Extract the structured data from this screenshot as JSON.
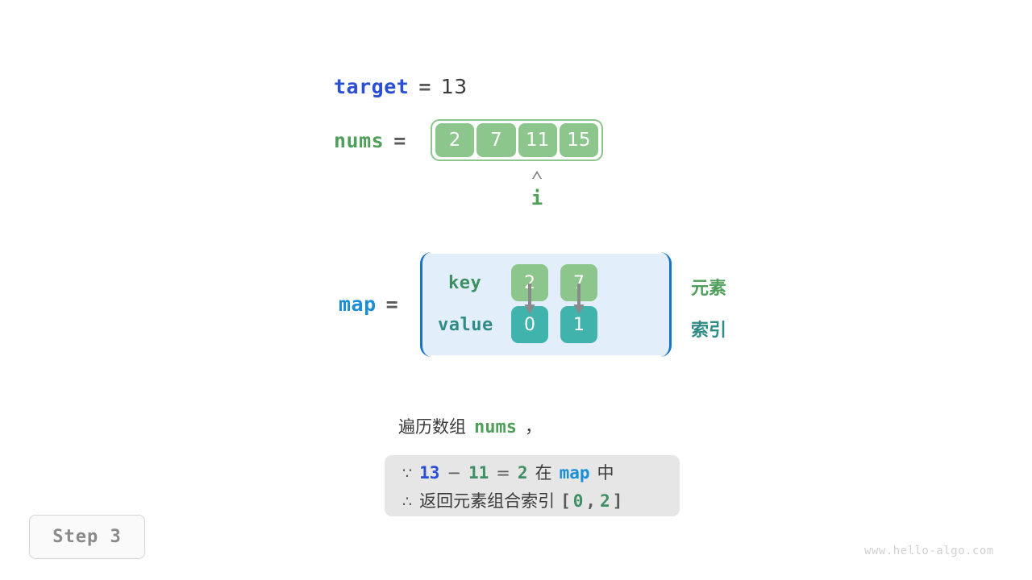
{
  "diagram": {
    "target": {
      "name": "target",
      "equals": "=",
      "value": "13"
    },
    "nums": {
      "name": "nums",
      "equals": "=",
      "cells": [
        "2",
        "7",
        "11",
        "15"
      ],
      "pointer": {
        "caret": "⌃",
        "label": "i",
        "index": 2
      }
    },
    "map": {
      "name": "map",
      "equals": "=",
      "key_label": "key",
      "value_label": "value",
      "keys": [
        "2",
        "7"
      ],
      "values": [
        "0",
        "1"
      ],
      "side_labels": {
        "element": "元素",
        "index": "索引"
      }
    },
    "description": {
      "prefix": "遍历数组",
      "code": "nums",
      "suffix": "，"
    },
    "explanation": {
      "line1": {
        "symbol": "∵",
        "a": "13",
        "minus": "−",
        "b": "11",
        "equals": "=",
        "result": "2",
        "mid": "在",
        "map": "map",
        "tail": "中"
      },
      "line2": {
        "symbol": "∴",
        "text": "返回元素组合索引",
        "bracket_open": "[",
        "i0": "0",
        "comma": ",",
        "i1": "2",
        "bracket_close": "]"
      }
    },
    "step_badge": "Step 3",
    "watermark": "www.hello-algo.com"
  },
  "colors": {
    "var_blue": "#2b4fd4",
    "var_blue_light": "#1a8fd8",
    "green": "#4f9e5b",
    "cell_green": "#8cc68c",
    "cell_teal": "#41b3ad",
    "map_bg": "#e2effa",
    "map_border": "#1874c8",
    "explain_bg": "#e6e6e6",
    "gray_text": "#8a8a8a"
  }
}
